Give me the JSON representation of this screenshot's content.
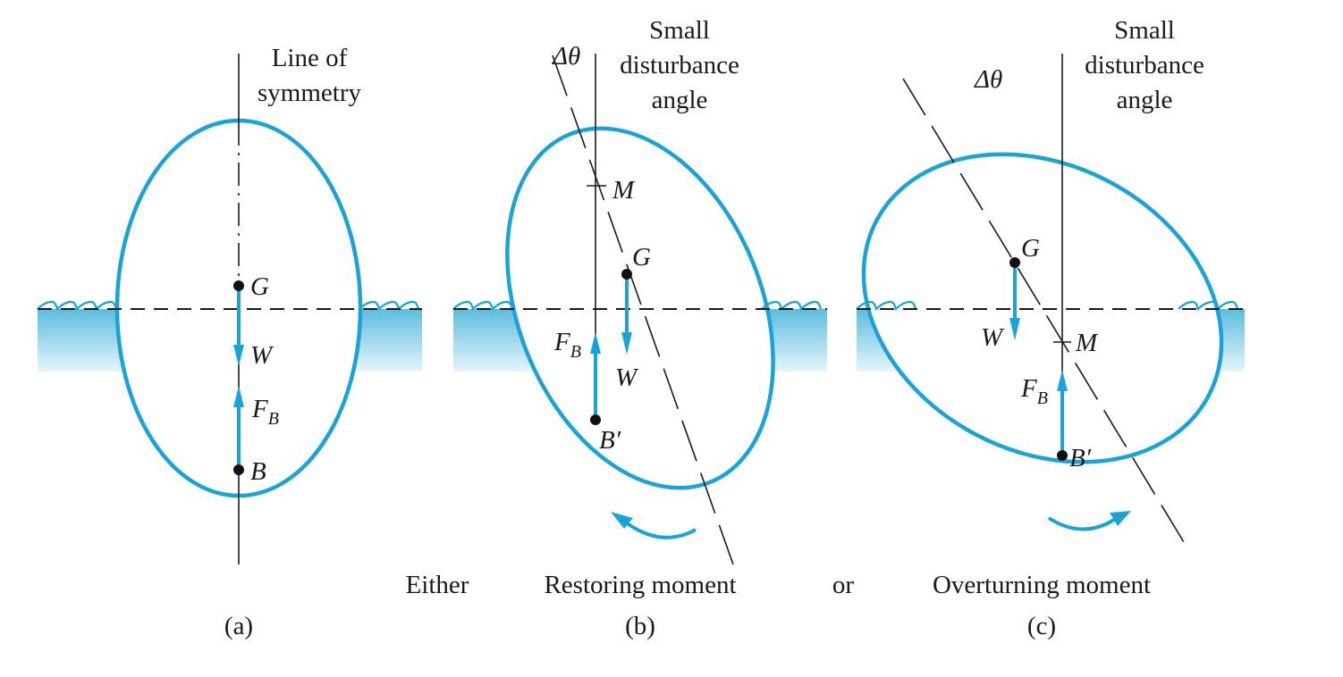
{
  "panels": [
    {
      "id": "a",
      "caption": "(a)",
      "axis_label": [
        "Line of",
        "symmetry"
      ],
      "points": {
        "G": "G",
        "B": "B"
      },
      "forces": {
        "W": "W",
        "FB_main": "F",
        "FB_sub": "B"
      }
    },
    {
      "id": "b",
      "caption": "(b)",
      "angle_label": "Δθ",
      "disturbance_label": [
        "Small",
        "disturbance",
        "angle"
      ],
      "points": {
        "M": "M",
        "G": "G",
        "B": "B′"
      },
      "forces": {
        "W": "W",
        "FB_main": "F",
        "FB_sub": "B"
      },
      "moment_label": "Restoring moment"
    },
    {
      "id": "c",
      "caption": "(c)",
      "angle_label": "Δθ",
      "disturbance_label": [
        "Small",
        "disturbance",
        "angle"
      ],
      "points": {
        "M": "M",
        "G": "G",
        "B": "B′"
      },
      "forces": {
        "W": "W",
        "FB_main": "F",
        "FB_sub": "B"
      },
      "moment_label": "Overturning moment"
    }
  ],
  "connectors": {
    "either": "Either",
    "or": "or"
  },
  "colors": {
    "hull": "#1aa3d9",
    "water_top": "#5bbde0",
    "water_bottom": "#ffffff",
    "ink": "#1a1a1a"
  }
}
